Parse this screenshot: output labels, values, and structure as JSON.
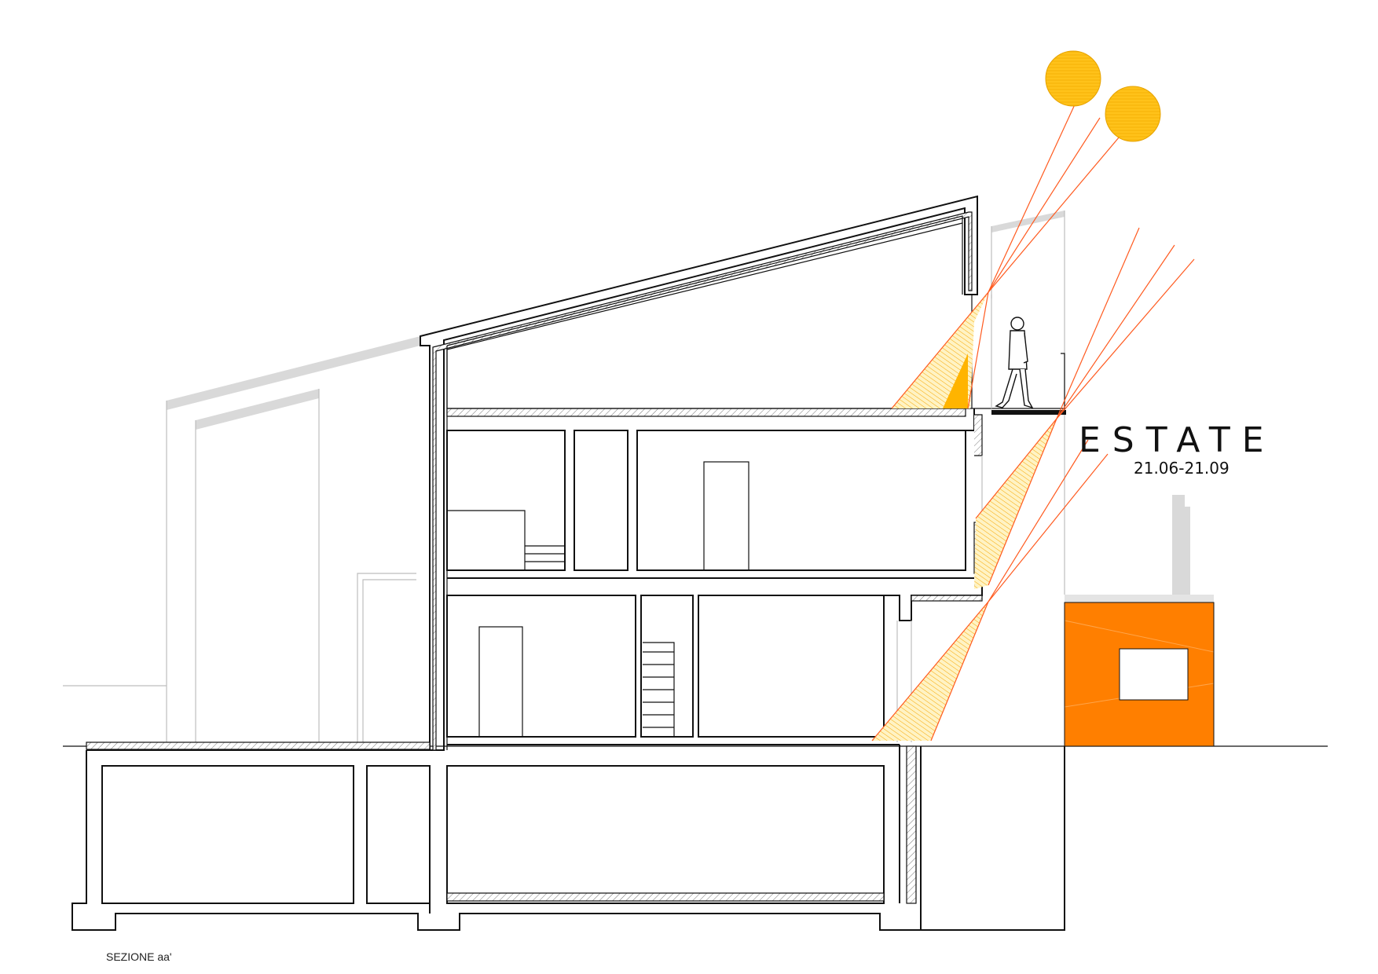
{
  "season": {
    "title": "ESTATE",
    "dates": "21.06-21.09"
  },
  "section_label": "SEZIONE aa'",
  "colors": {
    "sun_fill": "#ffc21a",
    "sun_ray": "#ff5a1f",
    "light_cone": "#ffb400",
    "orange_block": "#ff7f00",
    "ghost_line": "#bdbdbd",
    "ink": "#111111"
  },
  "elements": {
    "sun_icons": [
      "sun-high-icon",
      "sun-low-icon"
    ],
    "person_icon": "walking-person-icon"
  }
}
